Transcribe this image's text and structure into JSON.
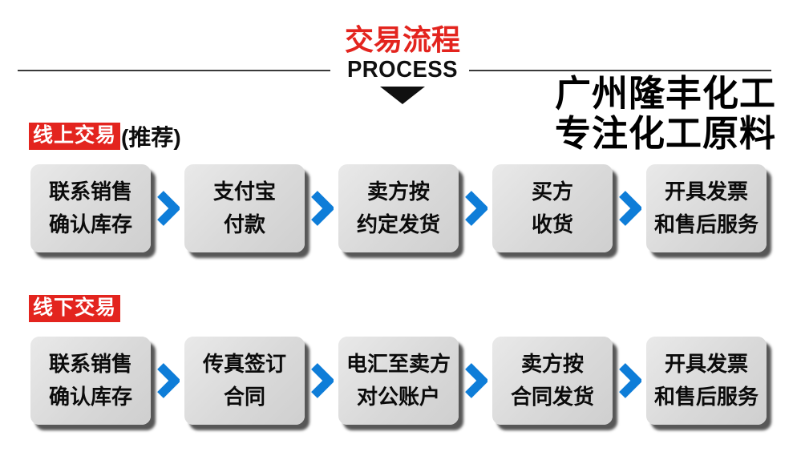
{
  "header": {
    "title": "交易流程",
    "subtitle": "PROCESS"
  },
  "watermark": {
    "line1": "广州隆丰化工",
    "line2": "专注化工原料"
  },
  "sections": [
    {
      "badge": "线上交易",
      "suffix": "(推荐)",
      "steps": [
        {
          "line1": "联系销售",
          "line2": "确认库存"
        },
        {
          "line1": "支付宝",
          "line2": "付款"
        },
        {
          "line1": "卖方按",
          "line2": "约定发货"
        },
        {
          "line1": "买方",
          "line2": "收货"
        },
        {
          "line1": "开具发票",
          "line2": "和售后服务"
        }
      ]
    },
    {
      "badge": "线下交易",
      "suffix": "",
      "steps": [
        {
          "line1": "联系销售",
          "line2": "确认库存"
        },
        {
          "line1": "传真签订",
          "line2": "合同"
        },
        {
          "line1": "电汇至卖方",
          "line2": "对公账户"
        },
        {
          "line1": "卖方按",
          "line2": "合同发货"
        },
        {
          "line1": "开具发票",
          "line2": "和售后服务"
        }
      ]
    }
  ],
  "colors": {
    "red": "#e3241e",
    "blue": "#0e7dd8",
    "box": "#d9d9d9",
    "text": "#111111",
    "rule": "#3a3a3a"
  }
}
